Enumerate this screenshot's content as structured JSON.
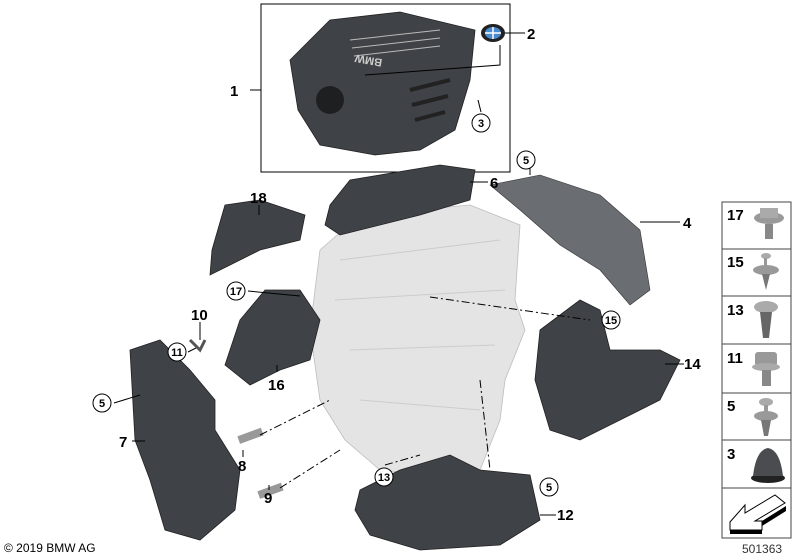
{
  "copyright": "© 2019 BMW AG",
  "diagram_number": "501363",
  "callouts": {
    "c1": "1",
    "c2": "2",
    "c3": "3",
    "c4": "4",
    "c5a": "5",
    "c5b": "5",
    "c5c": "5",
    "c6": "6",
    "c7": "7",
    "c8": "8",
    "c9": "9",
    "c10": "10",
    "c11": "11",
    "c12": "12",
    "c13": "13",
    "c14": "14",
    "c15": "15",
    "c16": "16",
    "c17": "17",
    "c18": "18"
  },
  "cover_text": "BMW",
  "legend": [
    {
      "number": "17",
      "part": "hex-flange-bolt-icon"
    },
    {
      "number": "15",
      "part": "expanding-rivet-icon"
    },
    {
      "number": "13",
      "part": "push-clip-icon"
    },
    {
      "number": "11",
      "part": "hex-bolt-icon"
    },
    {
      "number": "5",
      "part": "expanding-rivet-icon"
    },
    {
      "number": "3",
      "part": "rubber-grommet-icon"
    },
    {
      "number": "",
      "part": "arrow-direction-icon"
    }
  ]
}
